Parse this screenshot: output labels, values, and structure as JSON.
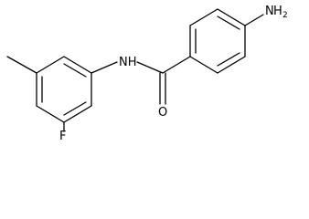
{
  "structure": {
    "labels": {
      "amine_N": "N",
      "amine_H": "H",
      "amine_sub": "2",
      "amide_NH": "NH",
      "carbonyl_O": "O",
      "fluorine": "F"
    }
  }
}
